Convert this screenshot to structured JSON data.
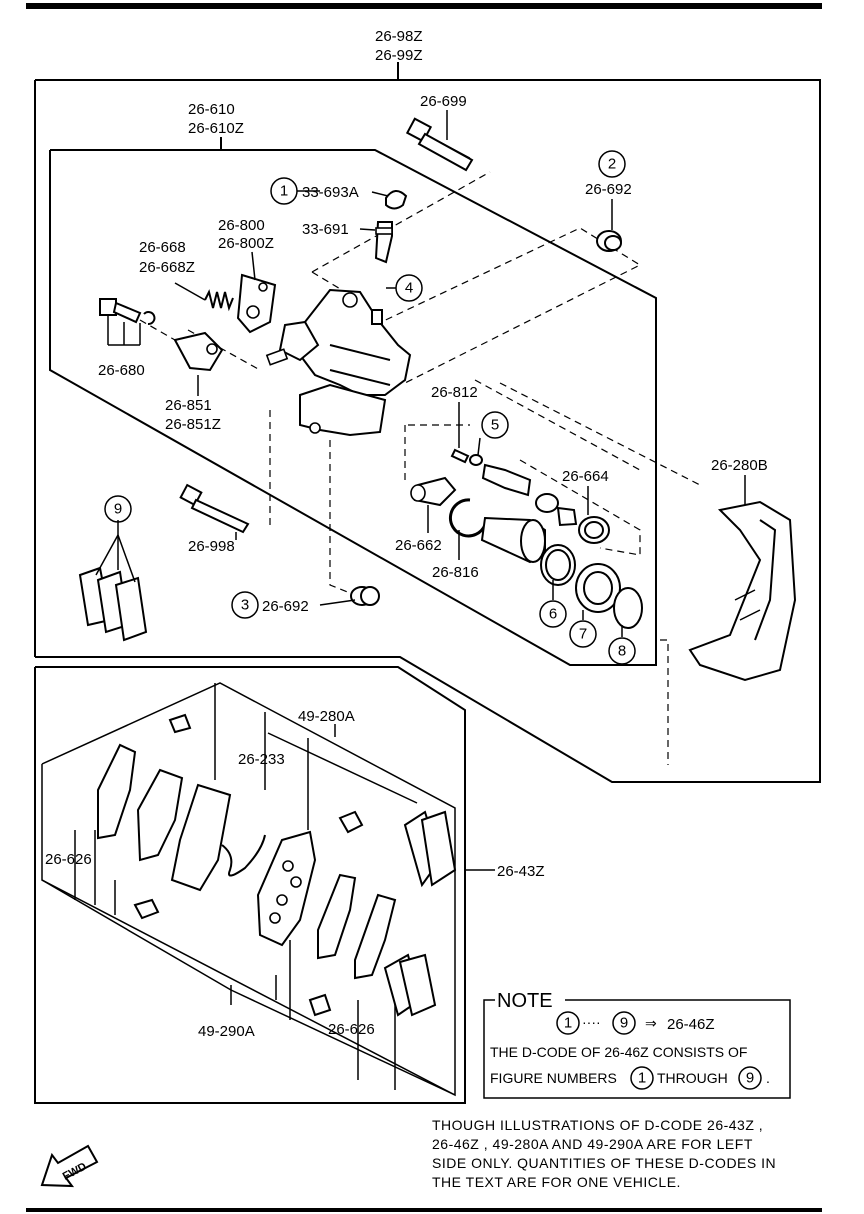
{
  "labels": {
    "kit_top": "26-98Z",
    "kit_top2": "26-99Z",
    "caliper": "26-610",
    "caliper2": "26-610Z",
    "bolt_699": "26-699",
    "cap_693a": "33-693A",
    "bleeder_691": "33-691",
    "boot_692_top": "26-692",
    "lever_800": "26-800",
    "lever_800z": "26-800Z",
    "spring_668": "26-668",
    "spring_668z": "26-668Z",
    "bolt_680": "26-680",
    "bracket_851": "26-851",
    "bracket_851z": "26-851Z",
    "pin_812": "26-812",
    "seal_664": "26-664",
    "bracket_280b": "26-280B",
    "pin_998": "26-998",
    "guide_662": "26-662",
    "ring_816": "26-816",
    "boot_692_bottom": "26-692",
    "pad_kit_280a": "49-280A",
    "shim_233": "26-233",
    "clip_626_left": "26-626",
    "pad_kit_43z": "26-43Z",
    "pad_kit_290a": "49-290A",
    "clip_626_bottom": "26-626"
  },
  "callouts": [
    "1",
    "2",
    "3",
    "4",
    "5",
    "6",
    "7",
    "8",
    "9"
  ],
  "note": {
    "title": "NOTE",
    "range_from": "1",
    "range_dots": "····",
    "range_to": "9",
    "arrow": "⇒",
    "result": "26-46Z",
    "line1": "THE D-CODE OF  26-46Z  CONSISTS OF",
    "line2_prefix": "FIGURE NUMBERS",
    "line2_from": "1",
    "line2_mid": "THROUGH",
    "line2_to": "9",
    "line2_end": "."
  },
  "disclaimer": [
    "THOUGH ILLUSTRATIONS OF D-CODE  26-43Z ,",
    "26-46Z , 49-280A AND 49-290A ARE FOR LEFT",
    "SIDE ONLY. QUANTITIES OF THESE D-CODES IN",
    "THE TEXT ARE FOR ONE VEHICLE."
  ],
  "fwd": "FWD"
}
